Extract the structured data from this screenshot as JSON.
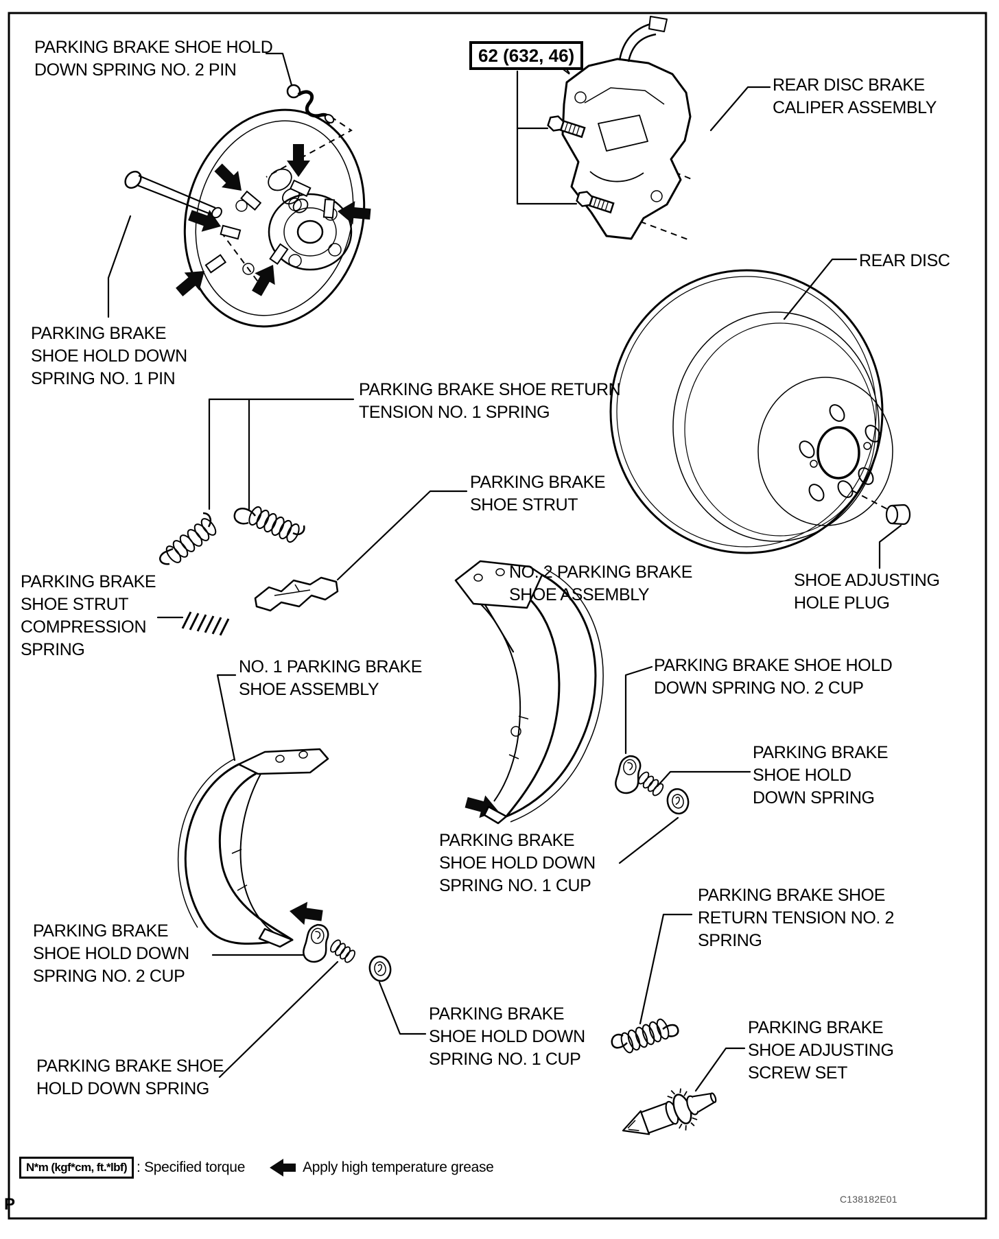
{
  "torque": {
    "value": "62 (632, 46)"
  },
  "labels": {
    "pin2": "PARKING BRAKE SHOE HOLD\nDOWN SPRING NO. 2 PIN",
    "caliper": "REAR DISC BRAKE\nCALIPER ASSEMBLY",
    "rear_disc": "REAR DISC",
    "pin1": "PARKING BRAKE\nSHOE HOLD DOWN\nSPRING NO. 1 PIN",
    "return1": "PARKING BRAKE SHOE RETURN\nTENSION NO. 1 SPRING",
    "strut": "PARKING BRAKE\nSHOE STRUT",
    "compression": "PARKING BRAKE\nSHOE STRUT\nCOMPRESSION\nSPRING",
    "no2_assembly": "NO. 2 PARKING BRAKE\nSHOE ASSEMBLY",
    "hole_plug": "SHOE ADJUSTING\nHOLE PLUG",
    "no1_assembly": "NO. 1 PARKING BRAKE\nSHOE ASSEMBLY",
    "no2_cup_right": "PARKING BRAKE SHOE HOLD\nDOWN SPRING NO. 2 CUP",
    "hd_spring_right": "PARKING BRAKE\nSHOE HOLD\nDOWN SPRING",
    "no1_cup_center": "PARKING BRAKE\nSHOE HOLD DOWN\nSPRING NO. 1 CUP",
    "return2": "PARKING BRAKE SHOE\nRETURN TENSION NO. 2\nSPRING",
    "no2_cup_left": "PARKING BRAKE\nSHOE HOLD DOWN\nSPRING NO. 2 CUP",
    "no1_cup_bottom": "PARKING BRAKE\nSHOE HOLD DOWN\nSPRING NO. 1 CUP",
    "hd_spring_left": "PARKING BRAKE SHOE\nHOLD DOWN SPRING",
    "screw_set": "PARKING BRAKE\nSHOE ADJUSTING\nSCREW SET"
  },
  "legend": {
    "torque_symbol": "N*m (kgf*cm, ft.*lbf)",
    "torque_meaning": ": Specified torque",
    "grease_meaning": "Apply high temperature grease"
  },
  "footer": {
    "page_letter": "P",
    "figure_code": "C138182E01"
  },
  "colors": {
    "ink": "#000000",
    "paper": "#ffffff"
  }
}
